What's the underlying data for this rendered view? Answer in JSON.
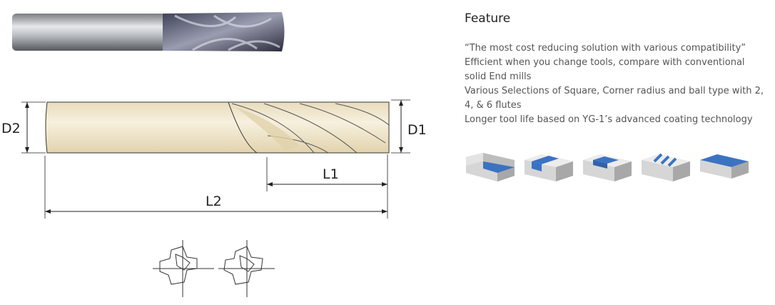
{
  "feature": {
    "title": "Feature",
    "lines": [
      "“The most cost reducing solution with various compatibility”",
      "Efficient when you change tools, compare with conventional solid End mills",
      "Various Selections of Square, Corner radius and ball type with 2, 4, & 6 flutes",
      "Longer tool life based on YG-1’s advanced coating technology"
    ]
  },
  "drawing": {
    "label_d2": "D2",
    "label_d1": "D1",
    "label_l1": "L1",
    "label_l2": "L2"
  },
  "icons": [
    "shoulder-milling-icon",
    "slotting-icon",
    "pocketing-icon",
    "multi-slot-icon",
    "face-milling-icon"
  ],
  "colors": {
    "accent_blue": "#3b73c2",
    "block_gray": "#c9c9c9",
    "shank_beige": "#f1e7cd"
  }
}
